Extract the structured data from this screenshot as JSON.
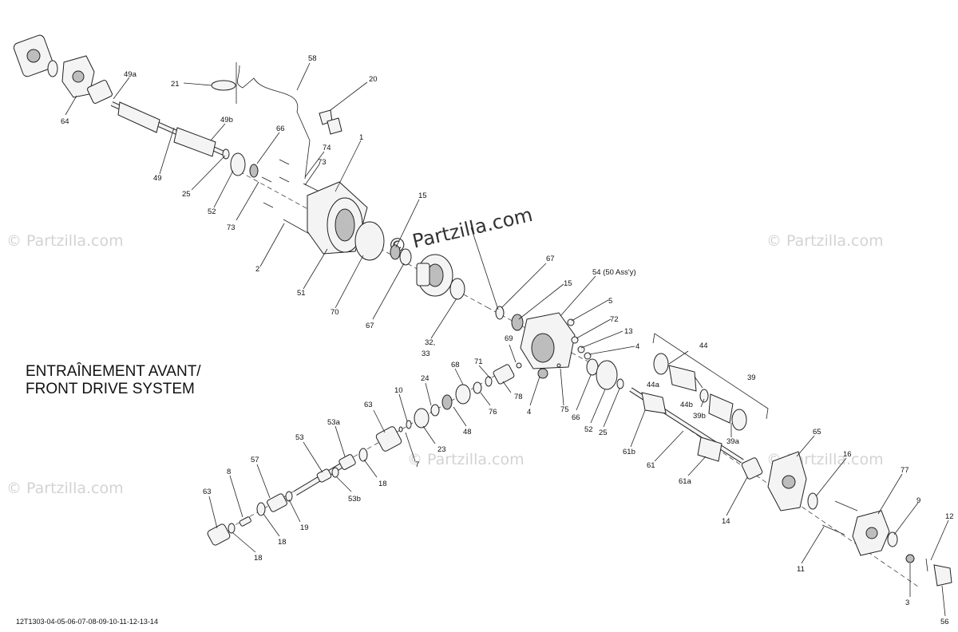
{
  "title_lines": [
    "ENTRAÎNEMENT AVANT/",
    "FRONT DRIVE SYSTEM"
  ],
  "reference_code": "12T1303-04-05-06-07-08-09-10-11-12-13-14",
  "watermark_center": "© Partzilla.com",
  "watermark_faint": "© Partzilla.com",
  "callouts": [
    {
      "id": "c-58",
      "label": "58"
    },
    {
      "id": "c-21",
      "label": "21"
    },
    {
      "id": "c-20",
      "label": "20"
    },
    {
      "id": "c-49a",
      "label": "49a"
    },
    {
      "id": "c-64",
      "label": "64"
    },
    {
      "id": "c-49b",
      "label": "49b"
    },
    {
      "id": "c-66a",
      "label": "66"
    },
    {
      "id": "c-74",
      "label": "74"
    },
    {
      "id": "c-1",
      "label": "1"
    },
    {
      "id": "c-73a",
      "label": "73"
    },
    {
      "id": "c-49",
      "label": "49"
    },
    {
      "id": "c-25a",
      "label": "25"
    },
    {
      "id": "c-52a",
      "label": "52"
    },
    {
      "id": "c-73b",
      "label": "73"
    },
    {
      "id": "c-2",
      "label": "2"
    },
    {
      "id": "c-51",
      "label": "51"
    },
    {
      "id": "c-70",
      "label": "70"
    },
    {
      "id": "c-15a",
      "label": "15"
    },
    {
      "id": "c-67a",
      "label": "67"
    },
    {
      "id": "c-32",
      "label": "32,"
    },
    {
      "id": "c-33",
      "label": "33"
    },
    {
      "id": "c-67b",
      "label": "67"
    },
    {
      "id": "c-15b",
      "label": "15"
    },
    {
      "id": "c-54",
      "label": "54 (50 Ass'y)"
    },
    {
      "id": "c-5",
      "label": "5"
    },
    {
      "id": "c-72",
      "label": "72"
    },
    {
      "id": "c-13",
      "label": "13"
    },
    {
      "id": "c-4a",
      "label": "4"
    },
    {
      "id": "c-69",
      "label": "69"
    },
    {
      "id": "c-44",
      "label": "44"
    },
    {
      "id": "c-44a",
      "label": "44a"
    },
    {
      "id": "c-39",
      "label": "39"
    },
    {
      "id": "c-44b",
      "label": "44b"
    },
    {
      "id": "c-39b",
      "label": "39b"
    },
    {
      "id": "c-39a",
      "label": "39a"
    },
    {
      "id": "c-71",
      "label": "71"
    },
    {
      "id": "c-68",
      "label": "68"
    },
    {
      "id": "c-24",
      "label": "24"
    },
    {
      "id": "c-10",
      "label": "10"
    },
    {
      "id": "c-78",
      "label": "78"
    },
    {
      "id": "c-76",
      "label": "76"
    },
    {
      "id": "c-4b",
      "label": "4"
    },
    {
      "id": "c-75",
      "label": "75"
    },
    {
      "id": "c-66b",
      "label": "66"
    },
    {
      "id": "c-52b",
      "label": "52"
    },
    {
      "id": "c-25b",
      "label": "25"
    },
    {
      "id": "c-61b",
      "label": "61b"
    },
    {
      "id": "c-61",
      "label": "61"
    },
    {
      "id": "c-61a",
      "label": "61a"
    },
    {
      "id": "c-63a",
      "label": "63"
    },
    {
      "id": "c-23",
      "label": "23"
    },
    {
      "id": "c-48",
      "label": "48"
    },
    {
      "id": "c-7",
      "label": "7"
    },
    {
      "id": "c-53a",
      "label": "53a"
    },
    {
      "id": "c-53",
      "label": "53"
    },
    {
      "id": "c-18a",
      "label": "18"
    },
    {
      "id": "c-53b",
      "label": "53b"
    },
    {
      "id": "c-57",
      "label": "57"
    },
    {
      "id": "c-8",
      "label": "8"
    },
    {
      "id": "c-63b",
      "label": "63"
    },
    {
      "id": "c-19",
      "label": "19"
    },
    {
      "id": "c-18b",
      "label": "18"
    },
    {
      "id": "c-18c",
      "label": "18"
    },
    {
      "id": "c-65",
      "label": "65"
    },
    {
      "id": "c-16",
      "label": "16"
    },
    {
      "id": "c-77",
      "label": "77"
    },
    {
      "id": "c-14",
      "label": "14"
    },
    {
      "id": "c-9",
      "label": "9"
    },
    {
      "id": "c-12",
      "label": "12"
    },
    {
      "id": "c-11",
      "label": "11"
    },
    {
      "id": "c-3",
      "label": "3"
    },
    {
      "id": "c-56",
      "label": "56"
    }
  ]
}
